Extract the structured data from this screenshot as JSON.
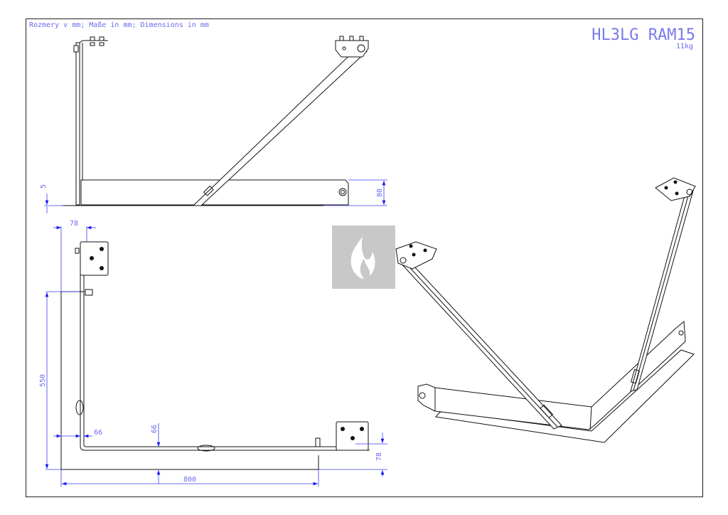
{
  "title_block": {
    "note": "Rozmery v mm; Maße in mm; Dimensions in mm",
    "model": "HL3LG RAM15",
    "weight": "11kg"
  },
  "side_view": {
    "dims": {
      "plate_thickness": "5",
      "bar_height": "80"
    }
  },
  "top_view": {
    "dims": {
      "bracket_offset_top": "78",
      "height": "550",
      "inner_offset_horizontal": "66",
      "inner_offset_vertical": "66",
      "width": "800",
      "bracket_offset_right": "78"
    }
  },
  "watermark": {
    "icon": "flame-icon",
    "color": "#c8c8c8"
  },
  "colors": {
    "dimension": "#3a3af5",
    "outline": "#111111"
  }
}
